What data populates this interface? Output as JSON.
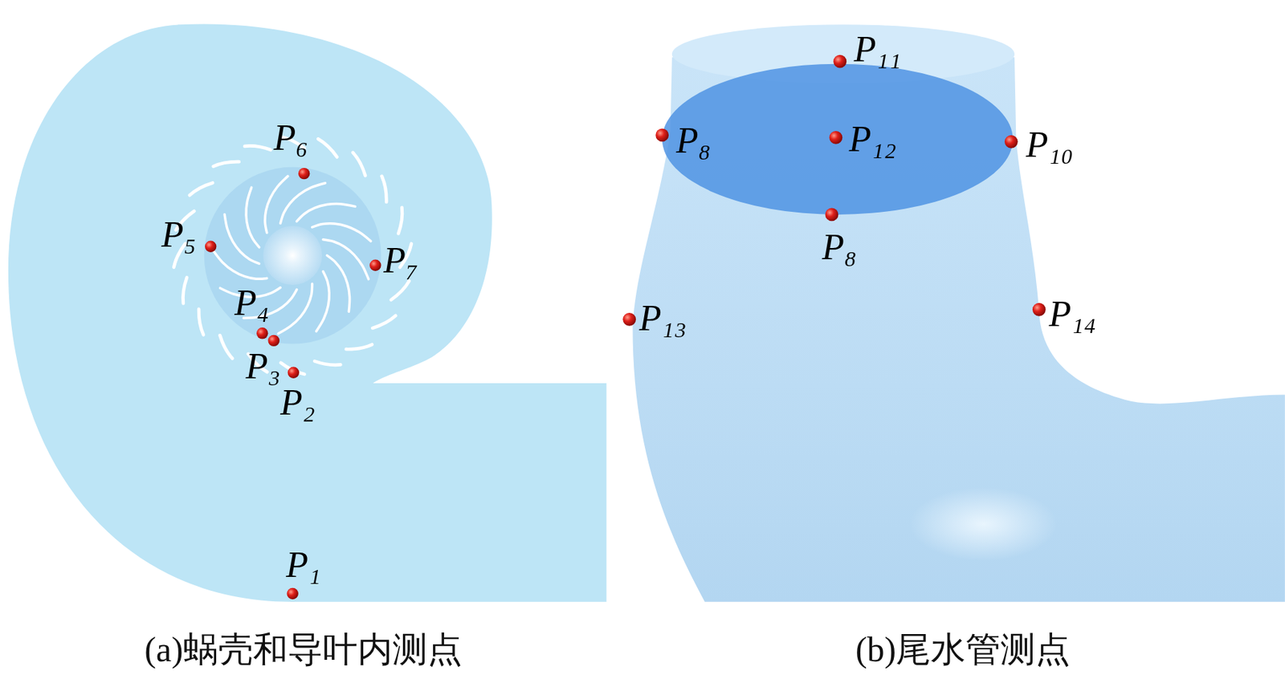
{
  "diagram": {
    "labels": [
      "P₆",
      "P₅",
      "P₇",
      "P₄",
      "P₃",
      "P₂",
      "P₁",
      "P₁₁",
      "P₈",
      "P₁₂",
      "P₁₀",
      "P₈",
      "P₁₃",
      "P₁₄",
      "(a)蜗壳和导叶内测点",
      "(b)尾水管测点"
    ]
  }
}
